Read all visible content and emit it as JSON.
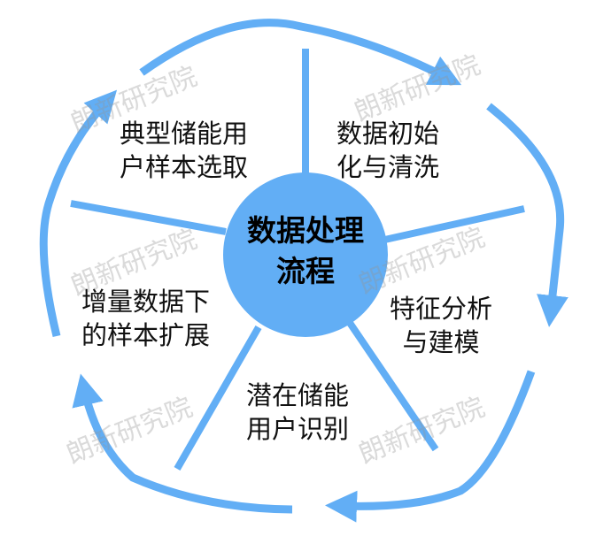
{
  "center": {
    "line1": "数据处理",
    "line2": "流程"
  },
  "steps": [
    {
      "line1": "数据初始",
      "line2": "化与清洗"
    },
    {
      "line1": "特征分析",
      "line2": "与建模"
    },
    {
      "line1": "潜在储能",
      "line2": "用户识别"
    },
    {
      "line1": "增量数据下",
      "line2": "的样本扩展"
    },
    {
      "line1": "典型储能用",
      "line2": "户样本选取"
    }
  ],
  "watermark": "朗新研究院",
  "colors": {
    "accent": "#62aef5",
    "text": "#111111"
  }
}
